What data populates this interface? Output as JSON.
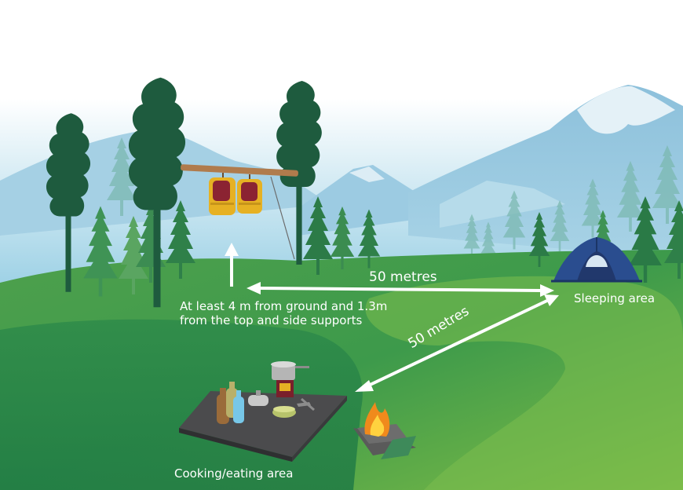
{
  "labels": {
    "hang_line1": "At least 4 m from ground and 1.3m",
    "hang_line2": "from the top and side supports",
    "distance_to_tent": "50 metres",
    "distance_to_cooking": "50 metres",
    "sleeping_area": "Sleeping area",
    "cooking_area": "Cooking/eating area"
  },
  "colors": {
    "sky_top": "#ffffff",
    "sky_bottom": "#a9d8ea",
    "mountain": "#7fb6d3",
    "snow": "#e9f4f9",
    "grass_light": "#6fb64e",
    "grass_dark": "#2c8a4a",
    "tree_dark": "#1e5b3e",
    "tree_mid": "#2f7a48",
    "arrow": "#ffffff",
    "tent": "#2a4d8f",
    "bag": "#e6b123",
    "bag_strap": "#8b2332",
    "table": "#4b4b4d",
    "fire": "#f08a1c"
  },
  "icons": [
    "tree-icon",
    "food-bag-icon",
    "tent-icon",
    "camp-stove-icon",
    "campfire-icon",
    "bottle-icon"
  ]
}
